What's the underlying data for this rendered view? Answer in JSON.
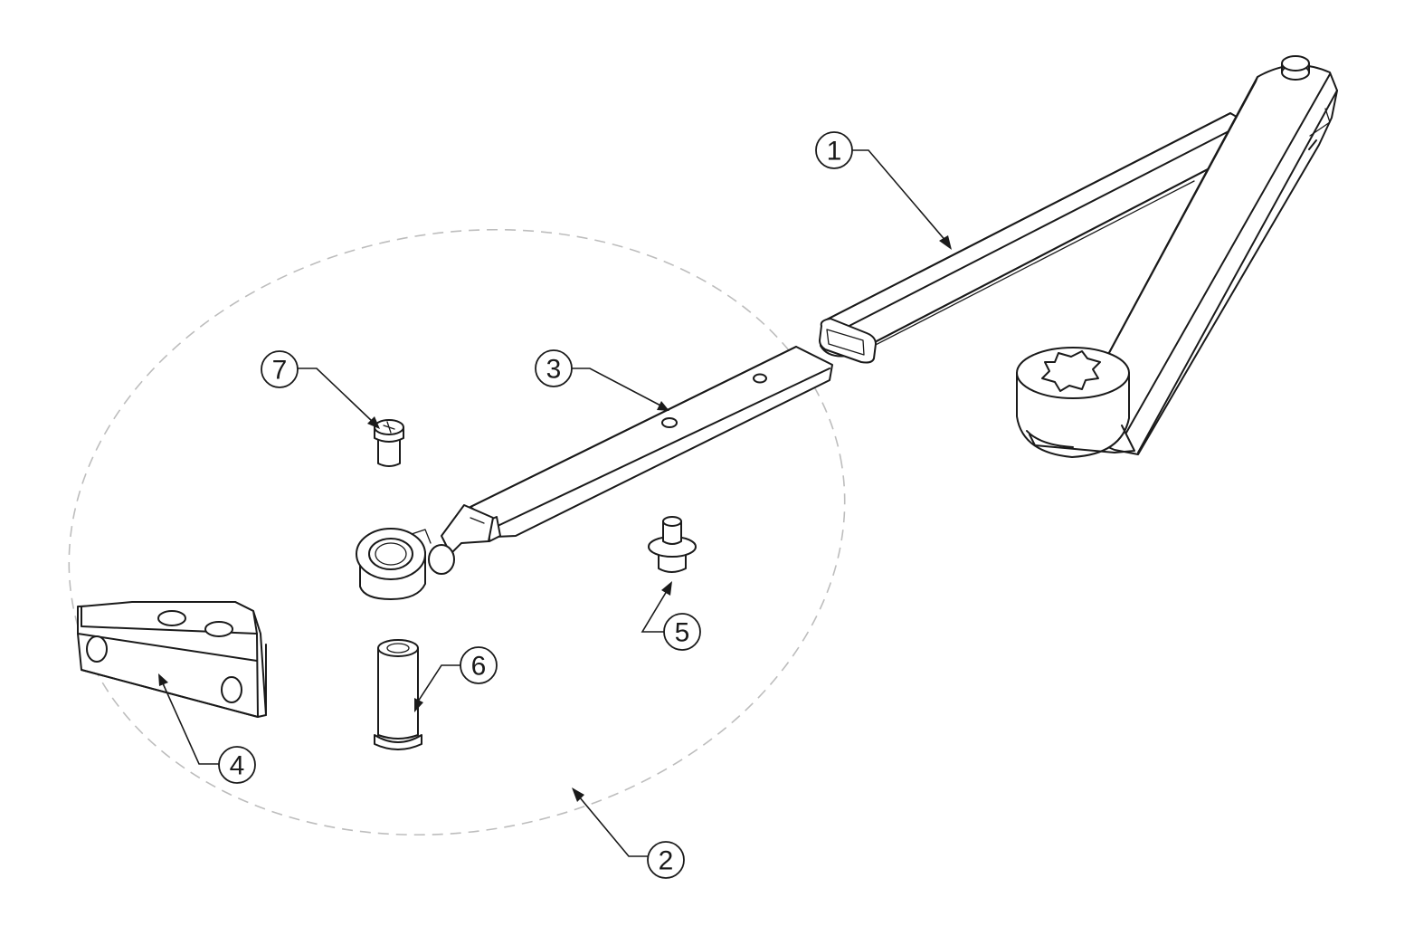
{
  "diagram": {
    "callouts": [
      {
        "id": "1",
        "label": "1",
        "part": "main-arm"
      },
      {
        "id": "2",
        "label": "2",
        "part": "forearm-kit"
      },
      {
        "id": "3",
        "label": "3",
        "part": "forearm"
      },
      {
        "id": "4",
        "label": "4",
        "part": "shoe-bracket"
      },
      {
        "id": "5",
        "label": "5",
        "part": "shoulder-bolt"
      },
      {
        "id": "6",
        "label": "6",
        "part": "stud"
      },
      {
        "id": "7",
        "label": "7",
        "part": "screw"
      }
    ],
    "colors": {
      "line": "#1a1a1a",
      "kit_outline": "#bdbdbd",
      "background": "#ffffff"
    }
  }
}
